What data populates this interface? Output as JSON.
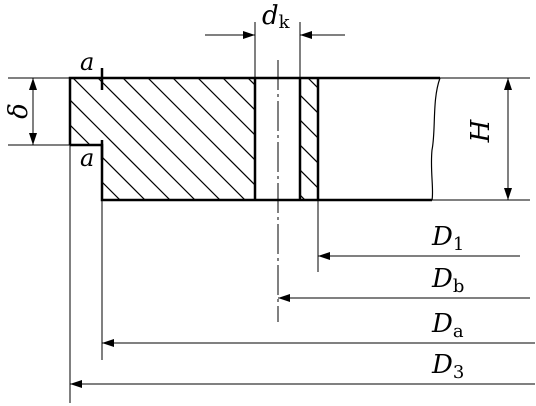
{
  "diagram": {
    "labels": {
      "dk": {
        "main": "d",
        "sub": "k"
      },
      "delta": "δ",
      "H": "H",
      "a_top": "a",
      "a_bottom": "a",
      "D1": {
        "main": "D",
        "sub": "1"
      },
      "Db": {
        "main": "D",
        "sub": "b"
      },
      "Da": {
        "main": "D",
        "sub": "a"
      },
      "D3": {
        "main": "D",
        "sub": "3"
      }
    }
  }
}
